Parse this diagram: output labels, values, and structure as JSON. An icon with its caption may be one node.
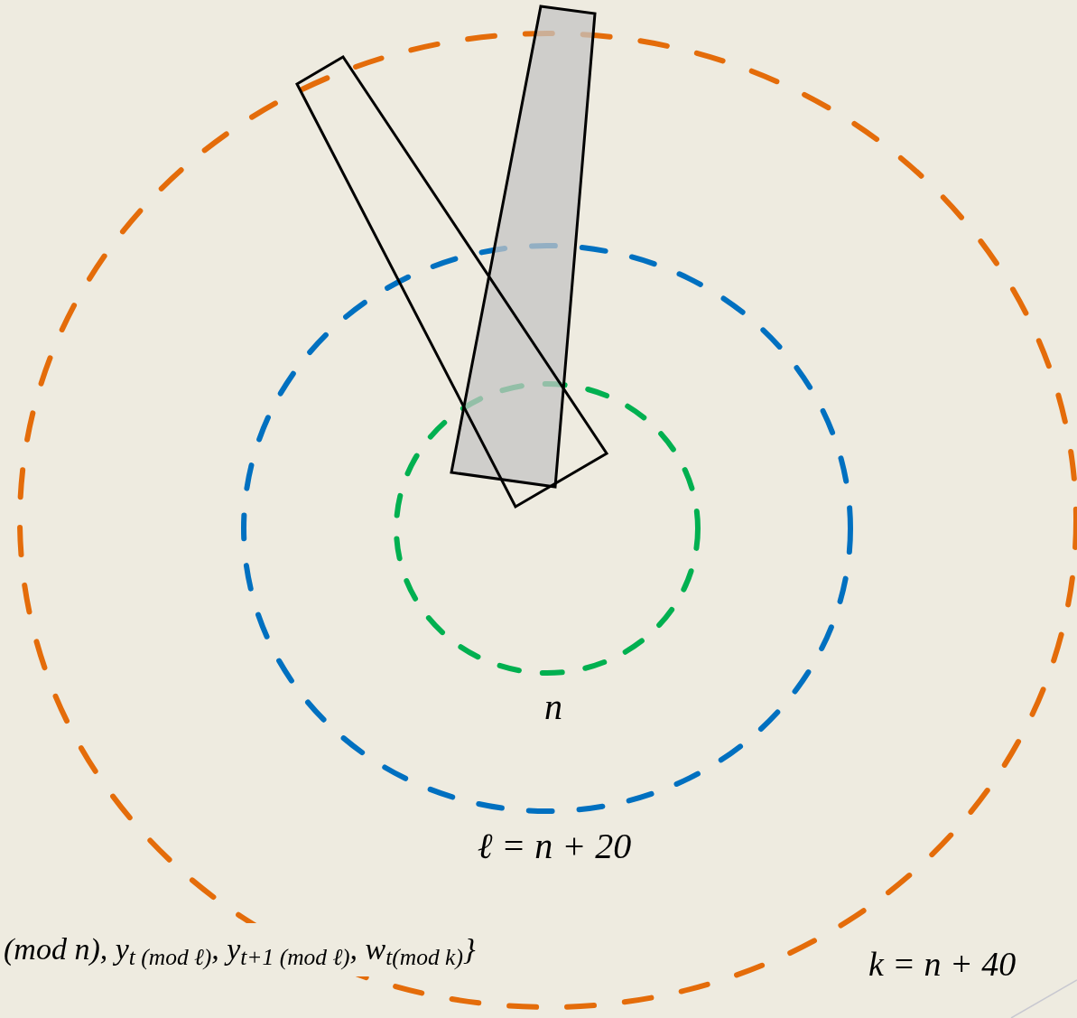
{
  "diagram": {
    "labels": [
      "n",
      "ℓ = n + 20",
      "(mod n), y$_{t (mod ℓ)}$, y$_{t+1 (mod ℓ)}$, w$_{t(mod k)}$}",
      "k = n + 40"
    ]
  }
}
